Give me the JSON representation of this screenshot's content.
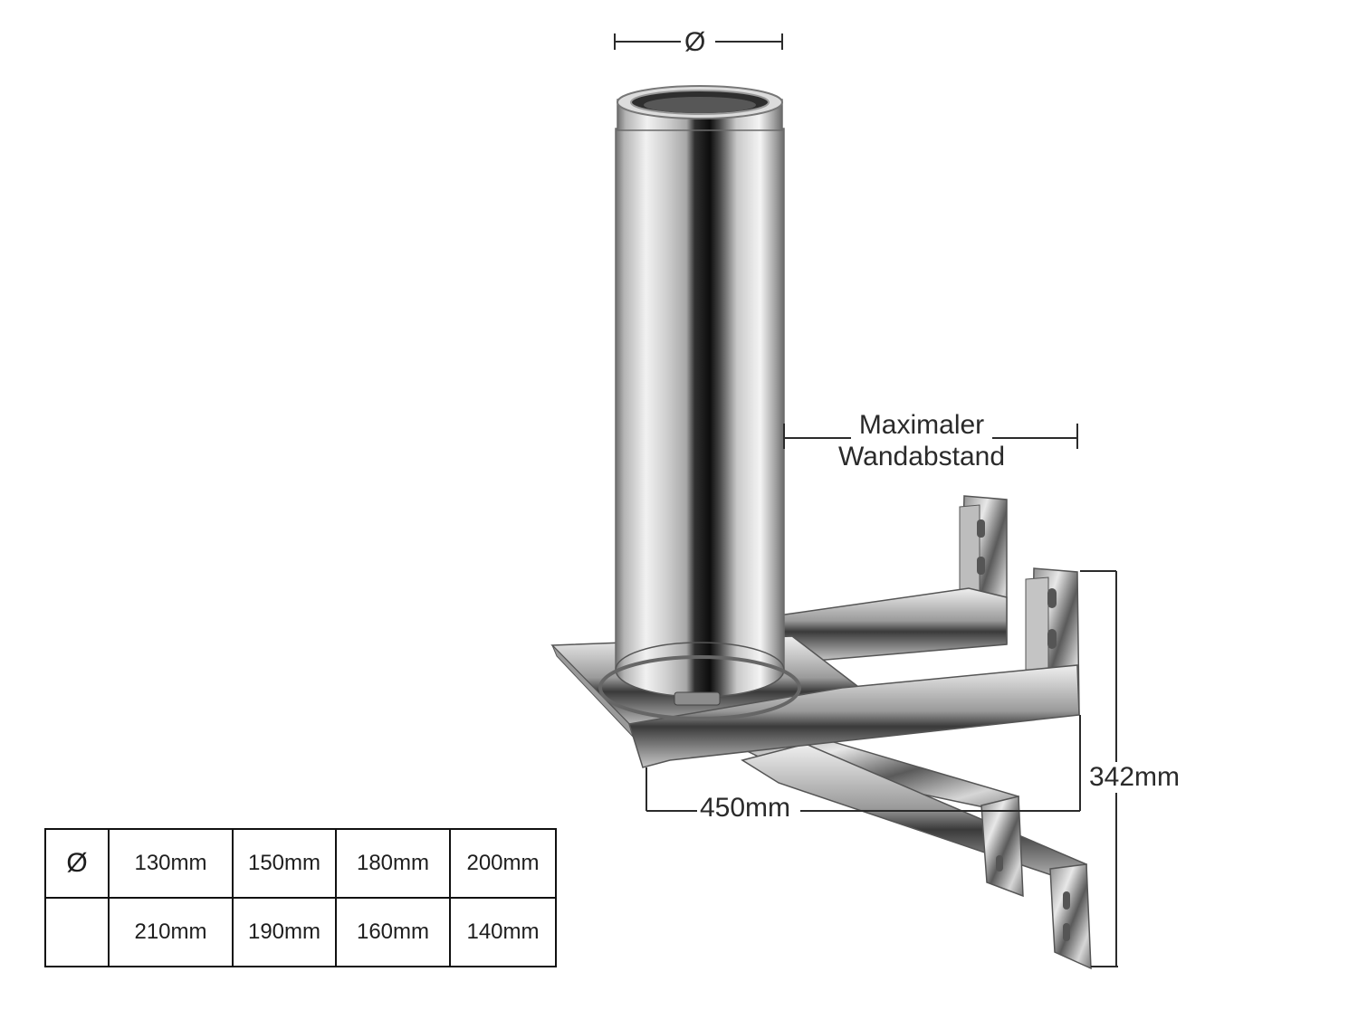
{
  "labels": {
    "diameter_symbol": "Ø",
    "wall_distance_line1": "Maximaler",
    "wall_distance_line2": "Wandabstand",
    "depth": "450mm",
    "height": "342mm"
  },
  "table": {
    "rows": [
      [
        "Ø",
        "130mm",
        "150mm",
        "180mm",
        "200mm"
      ],
      [
        "",
        "210mm",
        "190mm",
        "160mm",
        "140mm"
      ]
    ]
  }
}
